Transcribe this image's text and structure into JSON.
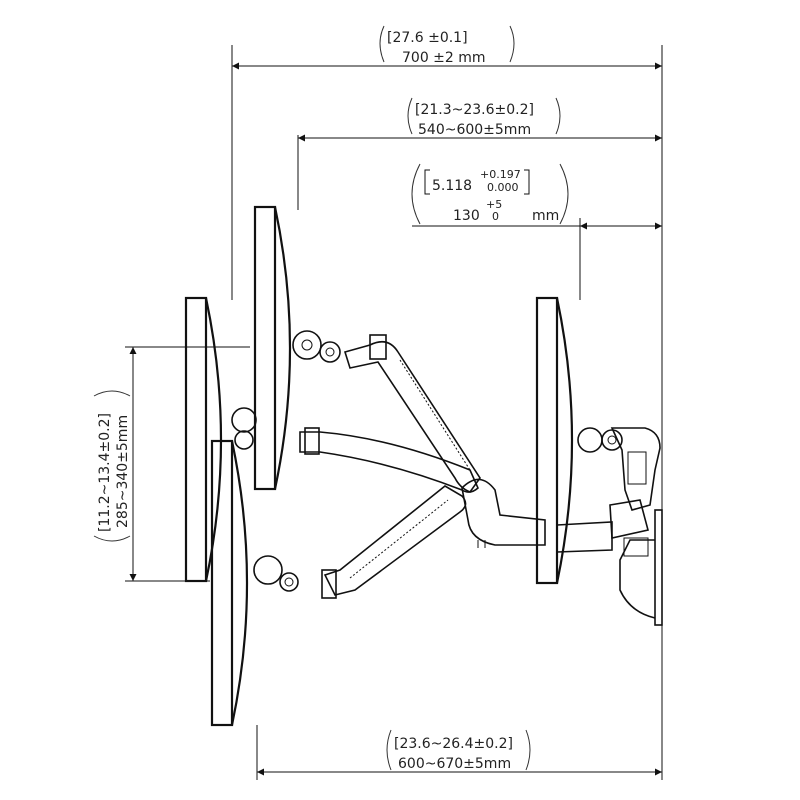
{
  "dimensions": {
    "overall_width": {
      "inch": "[27.6 ±0.1]",
      "mm": "700 ±2   mm"
    },
    "arm_extension": {
      "inch": "[21.3~23.6±0.2]",
      "mm": "540~600±5mm"
    },
    "wall_offset": {
      "inch_base": "5.118",
      "inch_plus": "+0.197",
      "inch_minus": "0.000",
      "mm_base": "130",
      "mm_plus": "+5",
      "mm_minus": "0",
      "mm_unit": "mm"
    },
    "height_adjust": {
      "inch": "[11.2~13.4±0.2]",
      "mm": "285~340±5mm"
    },
    "bottom_reach": {
      "inch": "[23.6~26.4±0.2]",
      "mm": "600~670±5mm"
    }
  }
}
